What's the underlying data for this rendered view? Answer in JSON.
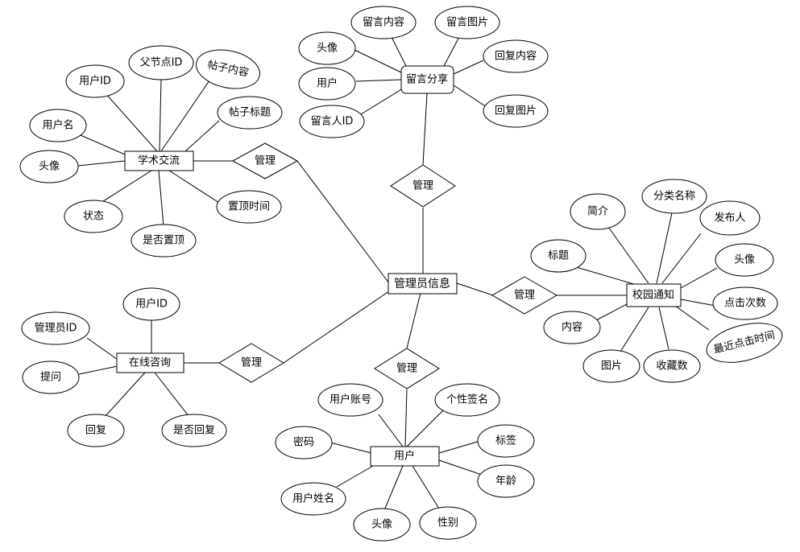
{
  "entities": {
    "admin": "管理员信息",
    "academic": "学术交流",
    "message": "留言分享",
    "notice": "校园通知",
    "consult": "在线咨询",
    "user": "用户"
  },
  "relationships": {
    "academic": "管理",
    "message": "管理",
    "notice": "管理",
    "consult": "管理",
    "user": "管理"
  },
  "attributes": {
    "academic": [
      "用户ID",
      "父节点ID",
      "帖子内容",
      "帖子标题",
      "用户名",
      "头像",
      "状态",
      "是否置顶",
      "置顶时间"
    ],
    "message": [
      "留言内容",
      "留言图片",
      "头像",
      "回复内容",
      "用户",
      "留言人ID",
      "回复图片"
    ],
    "notice": [
      "简介",
      "分类名称",
      "发布人",
      "标题",
      "头像",
      "点击次数",
      "内容",
      "最近点击时间",
      "图片",
      "收藏数"
    ],
    "consult": [
      "用户ID",
      "管理员ID",
      "提问",
      "回复",
      "是否回复"
    ],
    "user": [
      "用户账号",
      "个性签名",
      "密码",
      "标签",
      "年龄",
      "用户姓名",
      "头像",
      "性别"
    ]
  }
}
